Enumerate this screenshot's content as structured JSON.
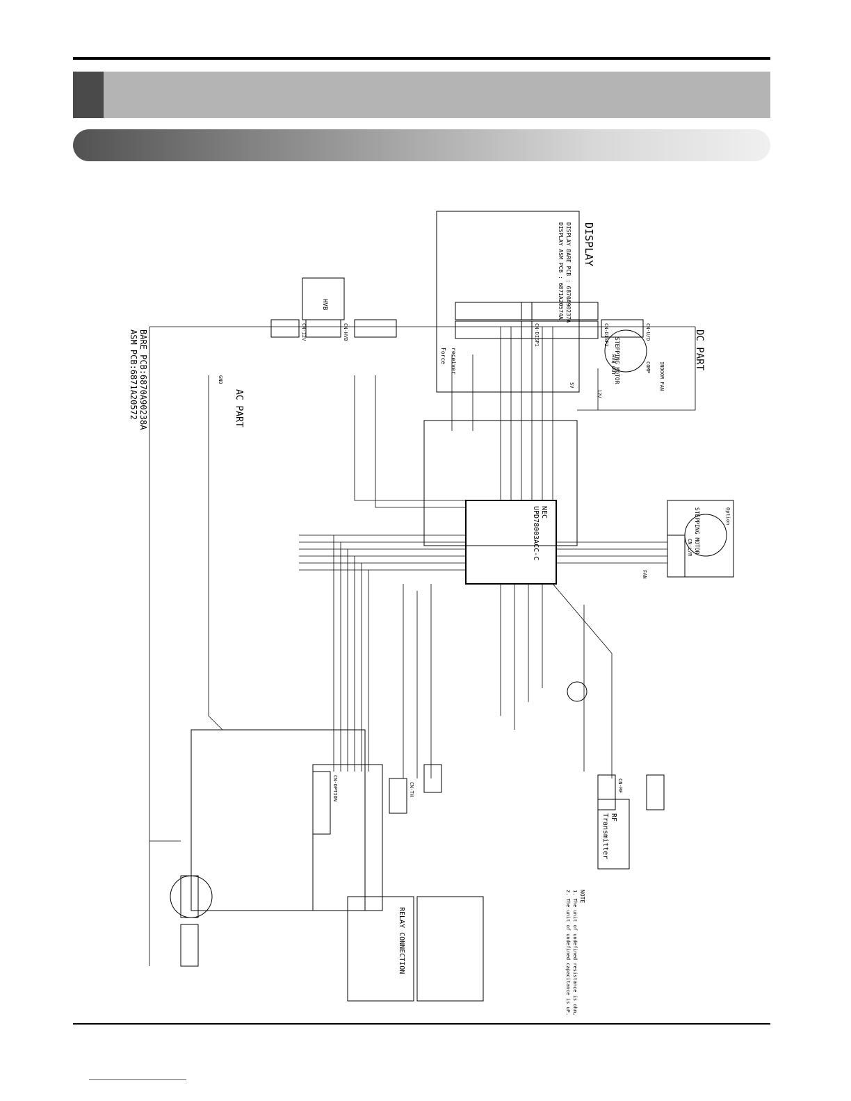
{
  "schematic": {
    "display_title": "DISPLAY",
    "display_pcb_lines": [
      "DISPLAY BARE PCB : 6870A90237A",
      "DISPLAY ASM PCB : 6871A20574A"
    ],
    "dc_part": "DC PART",
    "ac_part": "AC PART",
    "bare_pcb": "BARE PCB:6870A90238A",
    "asm_pcb": "ASM  PCB:6871A20572",
    "mcu_lines": [
      "NEC",
      "UPD78003ACC-C"
    ],
    "stepping_motor": "STEPPING MOTOR",
    "stepping_motor_2": "STEPPING MOTOR",
    "option": "Option",
    "rf_transmitter": [
      "RF",
      "Transmitter"
    ],
    "relay_connection": "RELAY CONNECTION",
    "note_title": "NOTE",
    "notes": [
      "1. The unit of undefined resistance is ohm, 1/8W 5%",
      "2. The unit of undefined capacitance is uF."
    ],
    "connectors": {
      "cn_disp1": "CN-DISP1",
      "cn_disp2": "CN-DISP2",
      "cn_u_d": "CN-U/D",
      "cn_l_r": "CN-L/R",
      "cn_hvb": "CN-HVB",
      "cn_rf": "CN-RF",
      "cn_option": "CN-OPTION",
      "cn_th": "CN-TH",
      "cn_12v": "CN-12V"
    },
    "misc_labels": {
      "hvb": "HVB",
      "receiver": "receiver",
      "force": "Force",
      "fan": "FAN",
      "hvb_out": "HVB OUT",
      "indoor_fan": "INDOOR FAN",
      "comp": "COMP",
      "v5": "5V",
      "v12": "12V",
      "gnd": "GND"
    }
  }
}
